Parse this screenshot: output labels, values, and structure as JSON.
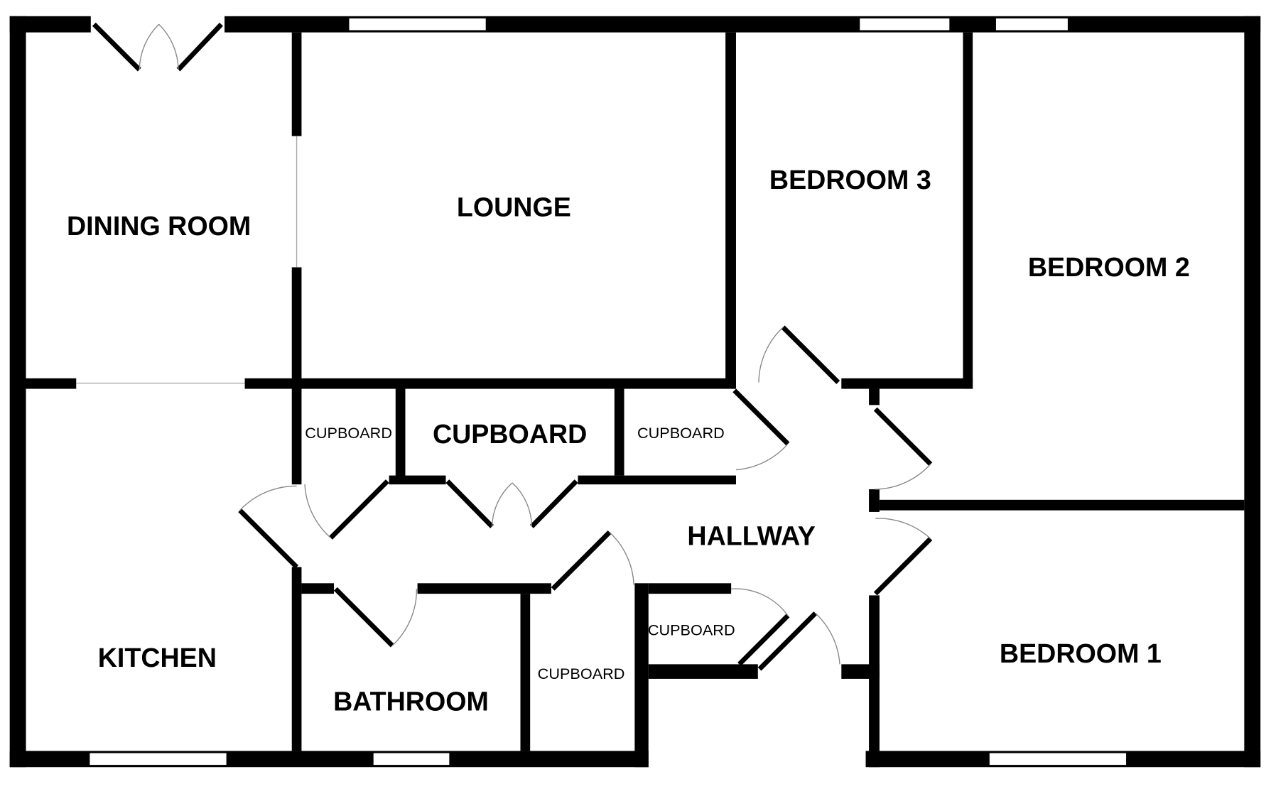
{
  "floorplan": {
    "rooms": {
      "dining_room": "DINING ROOM",
      "lounge": "LOUNGE",
      "bedroom3": "BEDROOM 3",
      "bedroom2": "BEDROOM 2",
      "bedroom1": "BEDROOM 1",
      "kitchen": "KITCHEN",
      "bathroom": "BATHROOM",
      "hallway": "HALLWAY",
      "cupboard_large": "CUPBOARD",
      "cupboard_left": "CUPBOARD",
      "cupboard_right": "CUPBOARD",
      "cupboard_hall": "CUPBOARD",
      "cupboard_bath": "CUPBOARD"
    }
  }
}
